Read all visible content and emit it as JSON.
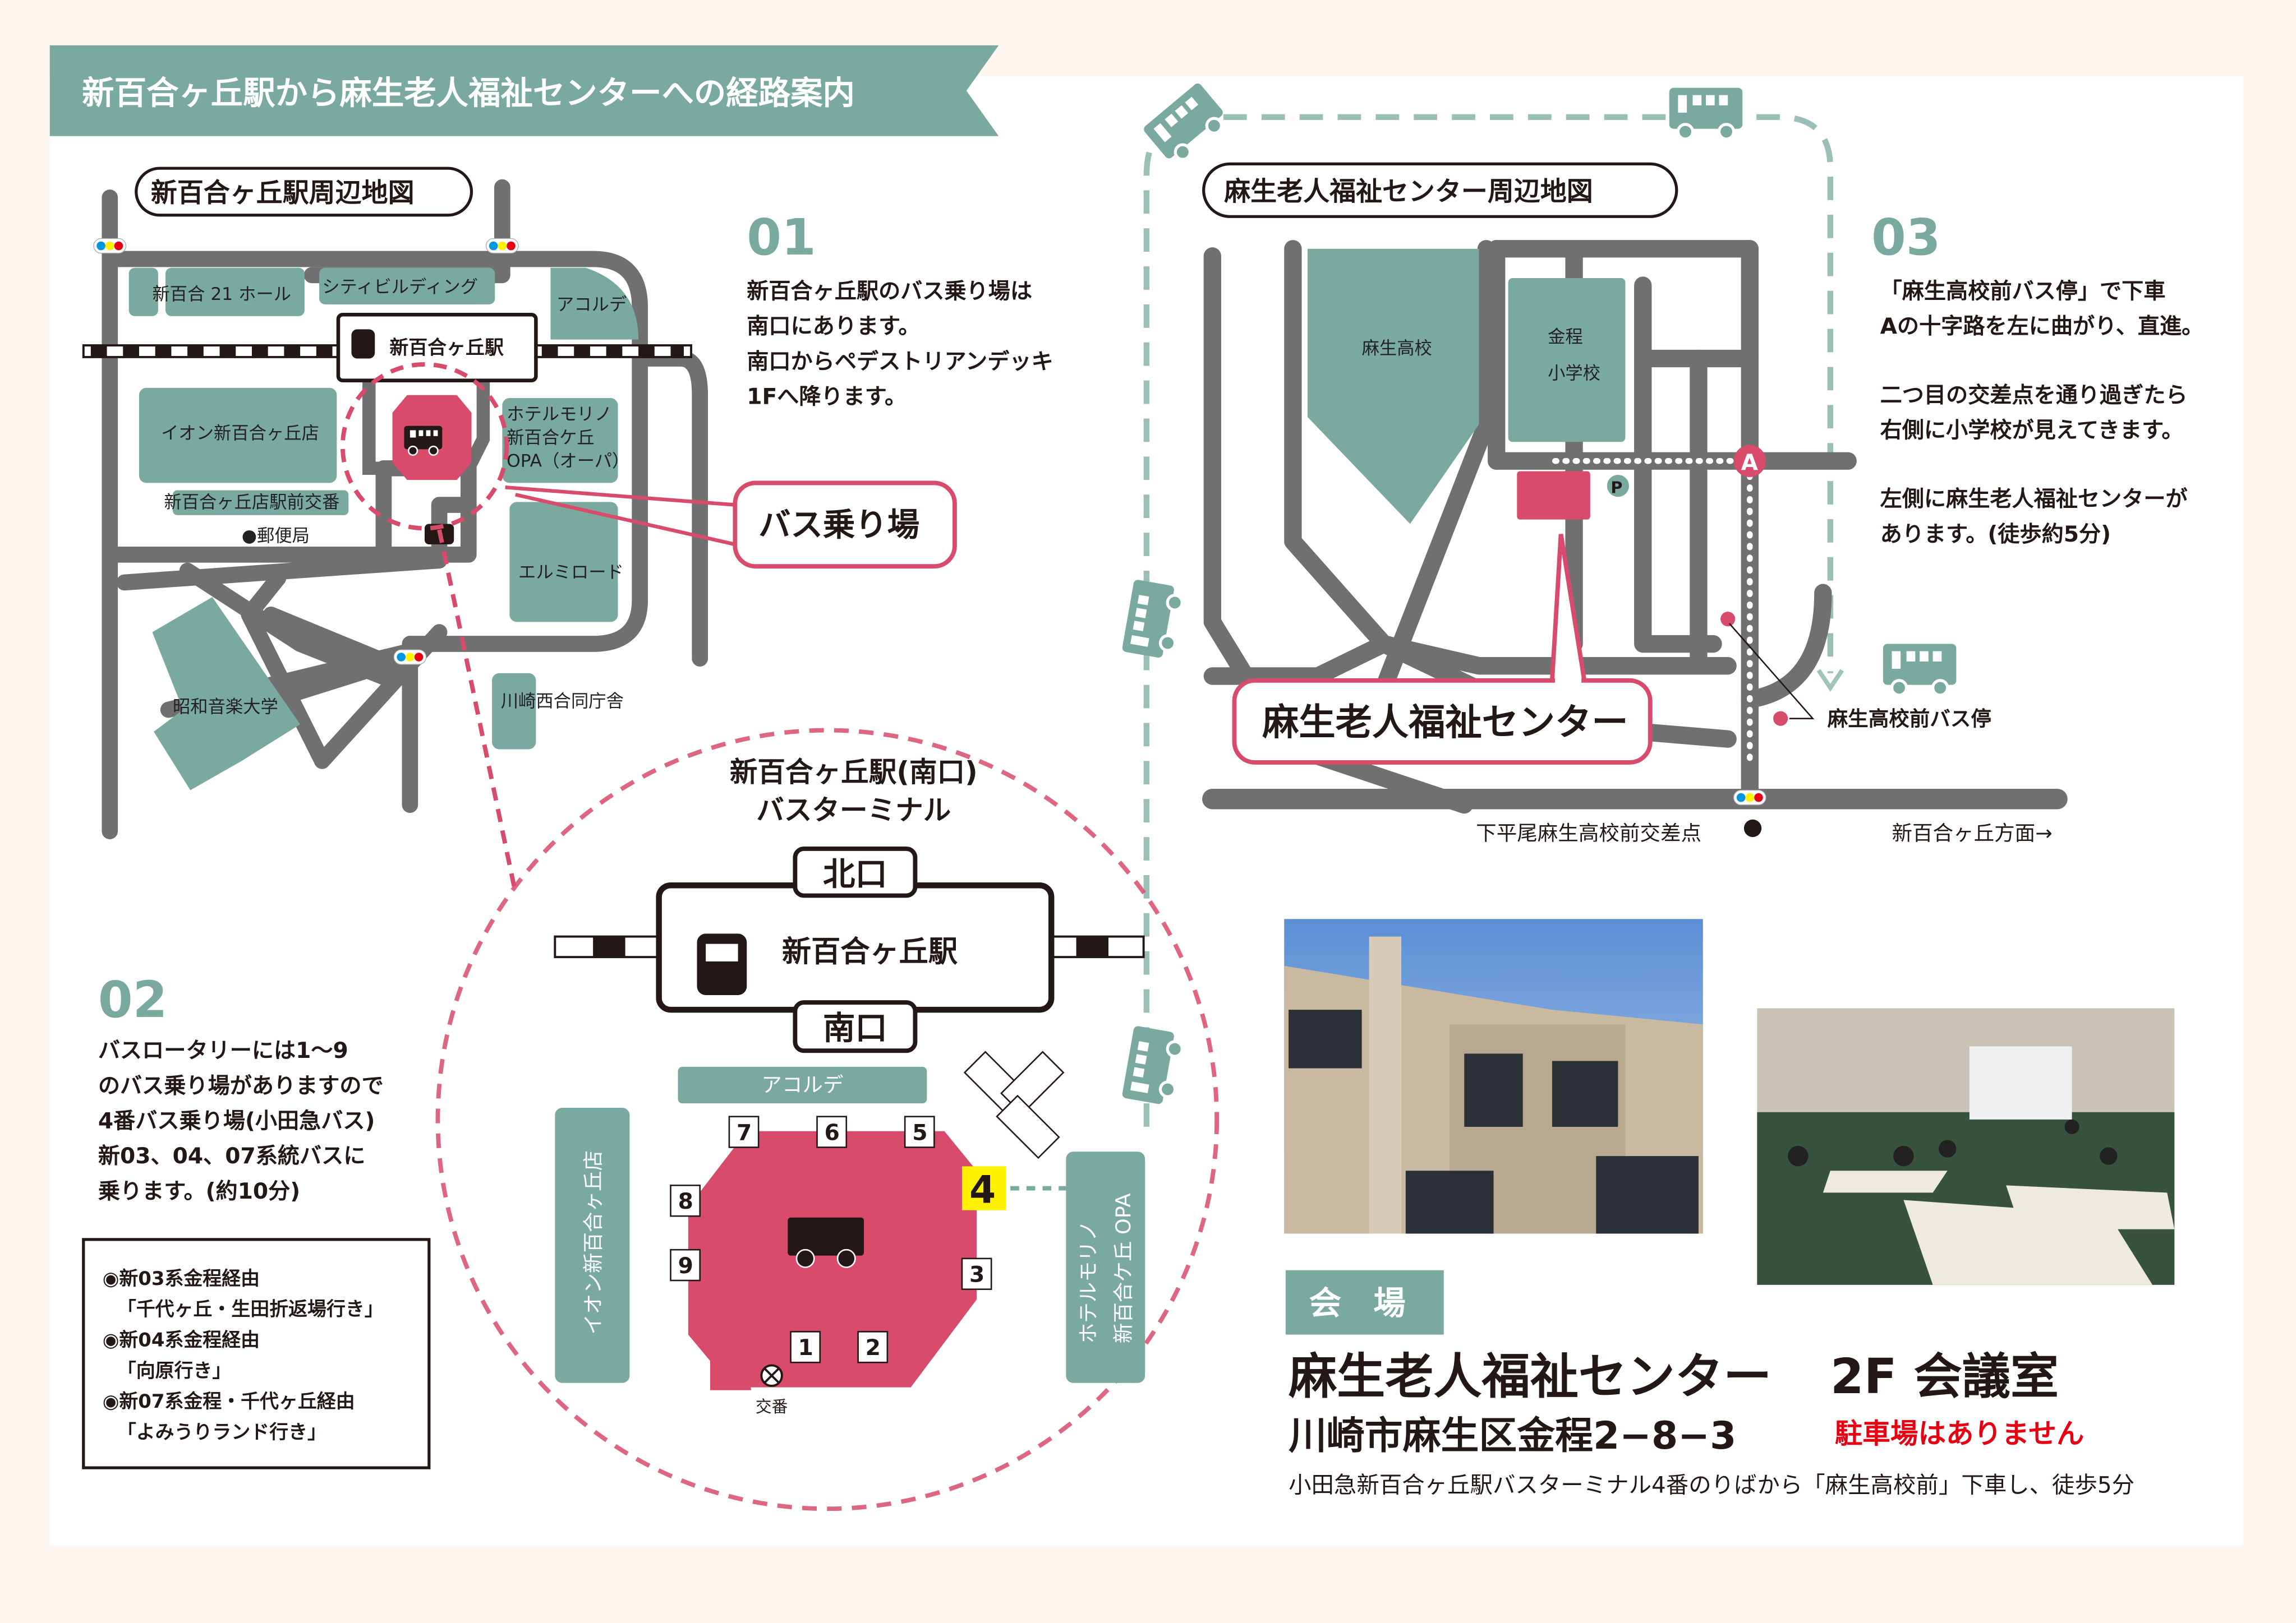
{
  "header": {
    "title": "新百合ヶ丘駅から麻生老人福祉センターへの経路案内"
  },
  "colors": {
    "teal": "#7aaa9f",
    "pink": "#d84b6b",
    "road": "#707070",
    "yellow": "#fff100",
    "red": "#e60012"
  },
  "left_map": {
    "title": "新百合ヶ丘駅周辺地図",
    "station": "新百合ヶ丘駅",
    "labels": {
      "hall": "新百合 21 ホール",
      "city": "シティビルディング",
      "acorde": "アコルデ",
      "aeon": "イオン新百合ヶ丘店",
      "koban": "新百合ヶ丘店駅前交番",
      "post": "●郵便局",
      "hotel1": "ホテルモリノ",
      "hotel2": "新百合ケ丘",
      "hotel3": "OPA（オーパ）",
      "elmiro": "エルミロード",
      "showa": "昭和音楽大学",
      "kawasaki": "川崎西合同庁舎"
    },
    "callout": "バス乗り場"
  },
  "step01": {
    "num": "01",
    "lines": [
      "新百合ヶ丘駅のバス乗り場は",
      "南口にあります。",
      "南口からペデストリアンデッキ",
      "1Fへ降ります。"
    ]
  },
  "step02": {
    "num": "02",
    "lines": [
      "バスロータリーには1～9",
      "のバス乗り場がありますので",
      "4番バス乗り場(小田急バス)",
      "新03、04、07系統バスに",
      "乗ります。(約10分)"
    ]
  },
  "routes": [
    "◉新03系金程経由",
    "「千代ヶ丘・生田折返場行き」",
    "◉新04系金程経由",
    "「向原行き」",
    "◉新07系金程・千代ヶ丘経由",
    "「よみうりランド行き」"
  ],
  "terminal": {
    "title1": "新百合ヶ丘駅(南口)",
    "title2": "バスターミナル",
    "north": "北口",
    "south": "南口",
    "station": "新百合ヶ丘駅",
    "acorde": "アコルデ",
    "aeon": "イオン新百合ヶ丘店",
    "hotel1": "ホテルモリノ",
    "hotel2": "新百合ケ丘 OPA",
    "koban": "交番",
    "stops": [
      "1",
      "2",
      "3",
      "4",
      "5",
      "6",
      "7",
      "8",
      "9"
    ],
    "highlight_stop": "4"
  },
  "right_map": {
    "title": "麻生老人福祉センター周辺地図",
    "school": "麻生高校",
    "elem1": "金程",
    "elem2": "小学校",
    "parking": "P",
    "cross": "A",
    "callout": "麻生老人福祉センター",
    "busstop": "麻生高校前バス停",
    "intersection": "下平尾麻生高校前交差点",
    "direction": "新百合ヶ丘方面→"
  },
  "step03": {
    "num": "03",
    "lines": [
      "「麻生高校前バス停」で下車",
      "Aの十字路を左に曲がり、直進。",
      "",
      "二つ目の交差点を通り過ぎたら",
      "右側に小学校が見えてきます。",
      "",
      "左側に麻生老人福祉センターが",
      "あります。(徒歩約5分)"
    ]
  },
  "venue": {
    "tag": "会　場",
    "name": "麻生老人福祉センター",
    "room": "2F 会議室",
    "address": "川崎市麻生区金程2−8−3",
    "parking": "駐車場はありません",
    "access": "小田急新百合ヶ丘駅バスターミナル4番のりばから「麻生高校前」下車し、徒歩5分"
  }
}
